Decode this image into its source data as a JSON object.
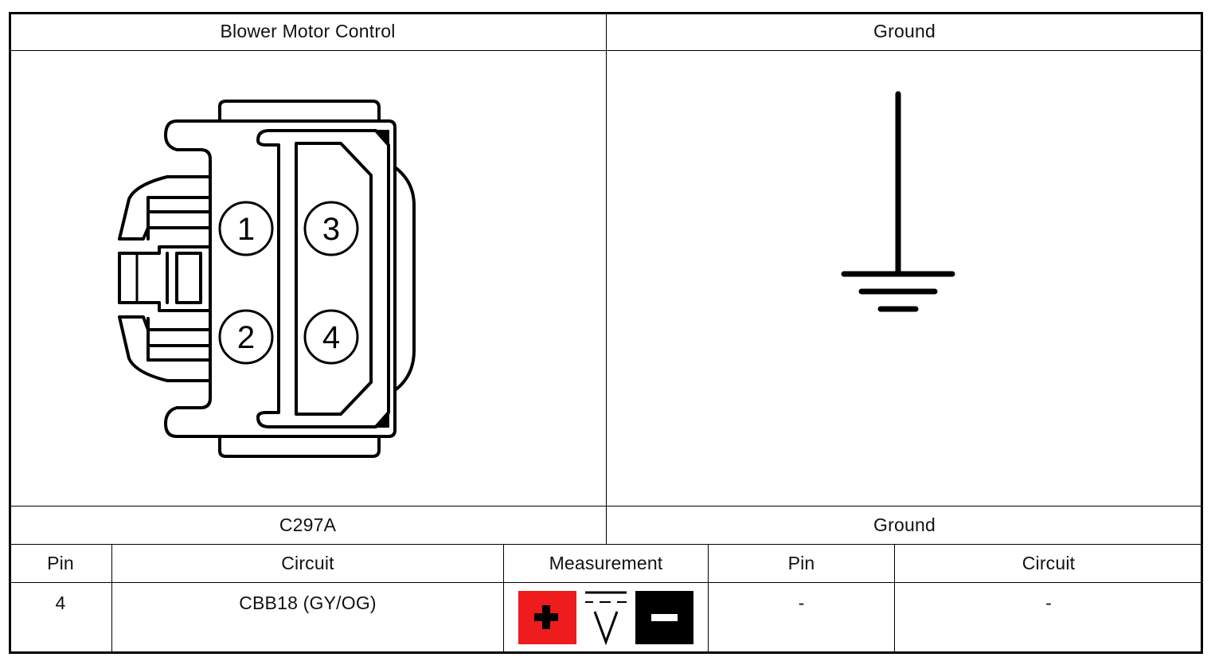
{
  "header": {
    "left_title": "Blower Motor Control",
    "right_title": "Ground"
  },
  "connector": {
    "pins": [
      "1",
      "2",
      "3",
      "4"
    ]
  },
  "labels": {
    "left_connector": "C297A",
    "right_connector": "Ground"
  },
  "table": {
    "headers": [
      "Pin",
      "Circuit",
      "Measurement",
      "Pin",
      "Circuit"
    ],
    "rows": [
      {
        "pin": "4",
        "circuit": "CBB18 (GY/OG)",
        "measurement": "dc-voltage",
        "pin2": "-",
        "circuit2": "-"
      }
    ]
  },
  "colors": {
    "positive_probe": "#ee1c1c",
    "negative_probe": "#000000"
  },
  "icons": [
    "ground-symbol-icon",
    "positive-probe-icon",
    "dc-voltage-icon",
    "negative-probe-icon"
  ]
}
